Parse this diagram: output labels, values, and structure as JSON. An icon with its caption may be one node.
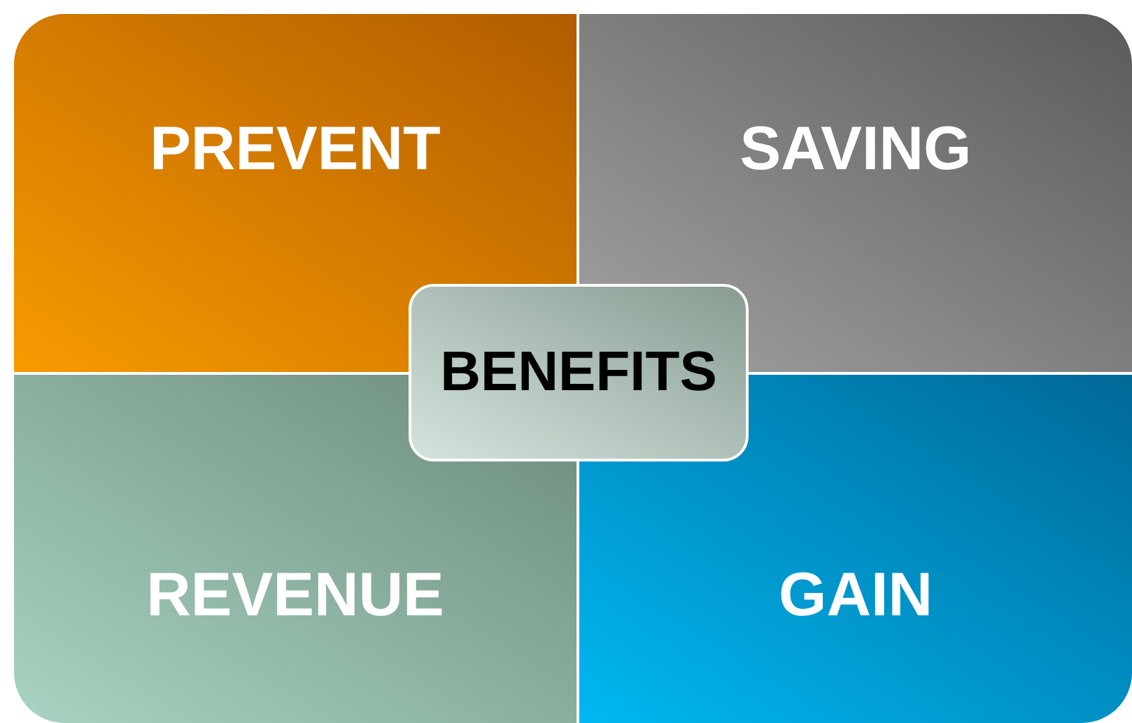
{
  "diagram": {
    "nodes": [
      {
        "text": [
          "PREVENT"
        ]
      },
      {
        "text": [
          "SAVING"
        ]
      },
      {
        "text": [
          "REVENUE"
        ]
      },
      {
        "text": [
          "GAIN"
        ]
      },
      {
        "text": [
          "BENEFITS"
        ]
      }
    ]
  }
}
